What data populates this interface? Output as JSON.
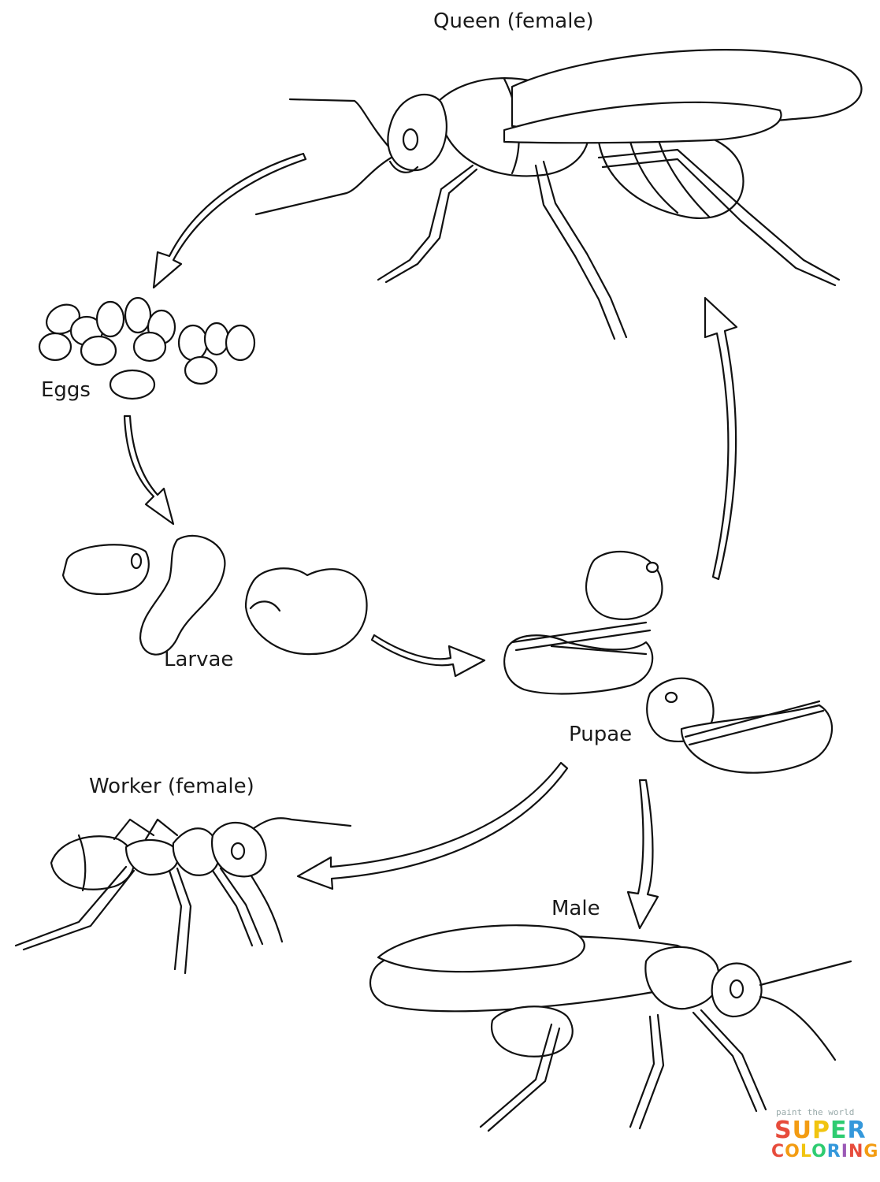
{
  "labels": {
    "queen": "Queen (female)",
    "eggs": "Eggs",
    "larvae": "Larvae",
    "pupae": "Pupae",
    "worker": "Worker (female)",
    "male": "Male"
  },
  "watermark": {
    "tagline": "paint the world",
    "line1": "SUPER",
    "line2": "COLORING",
    "colors": [
      "#e74c3c",
      "#f39c12",
      "#f1c40f",
      "#2ecc71",
      "#3498db",
      "#9b59b6"
    ]
  }
}
